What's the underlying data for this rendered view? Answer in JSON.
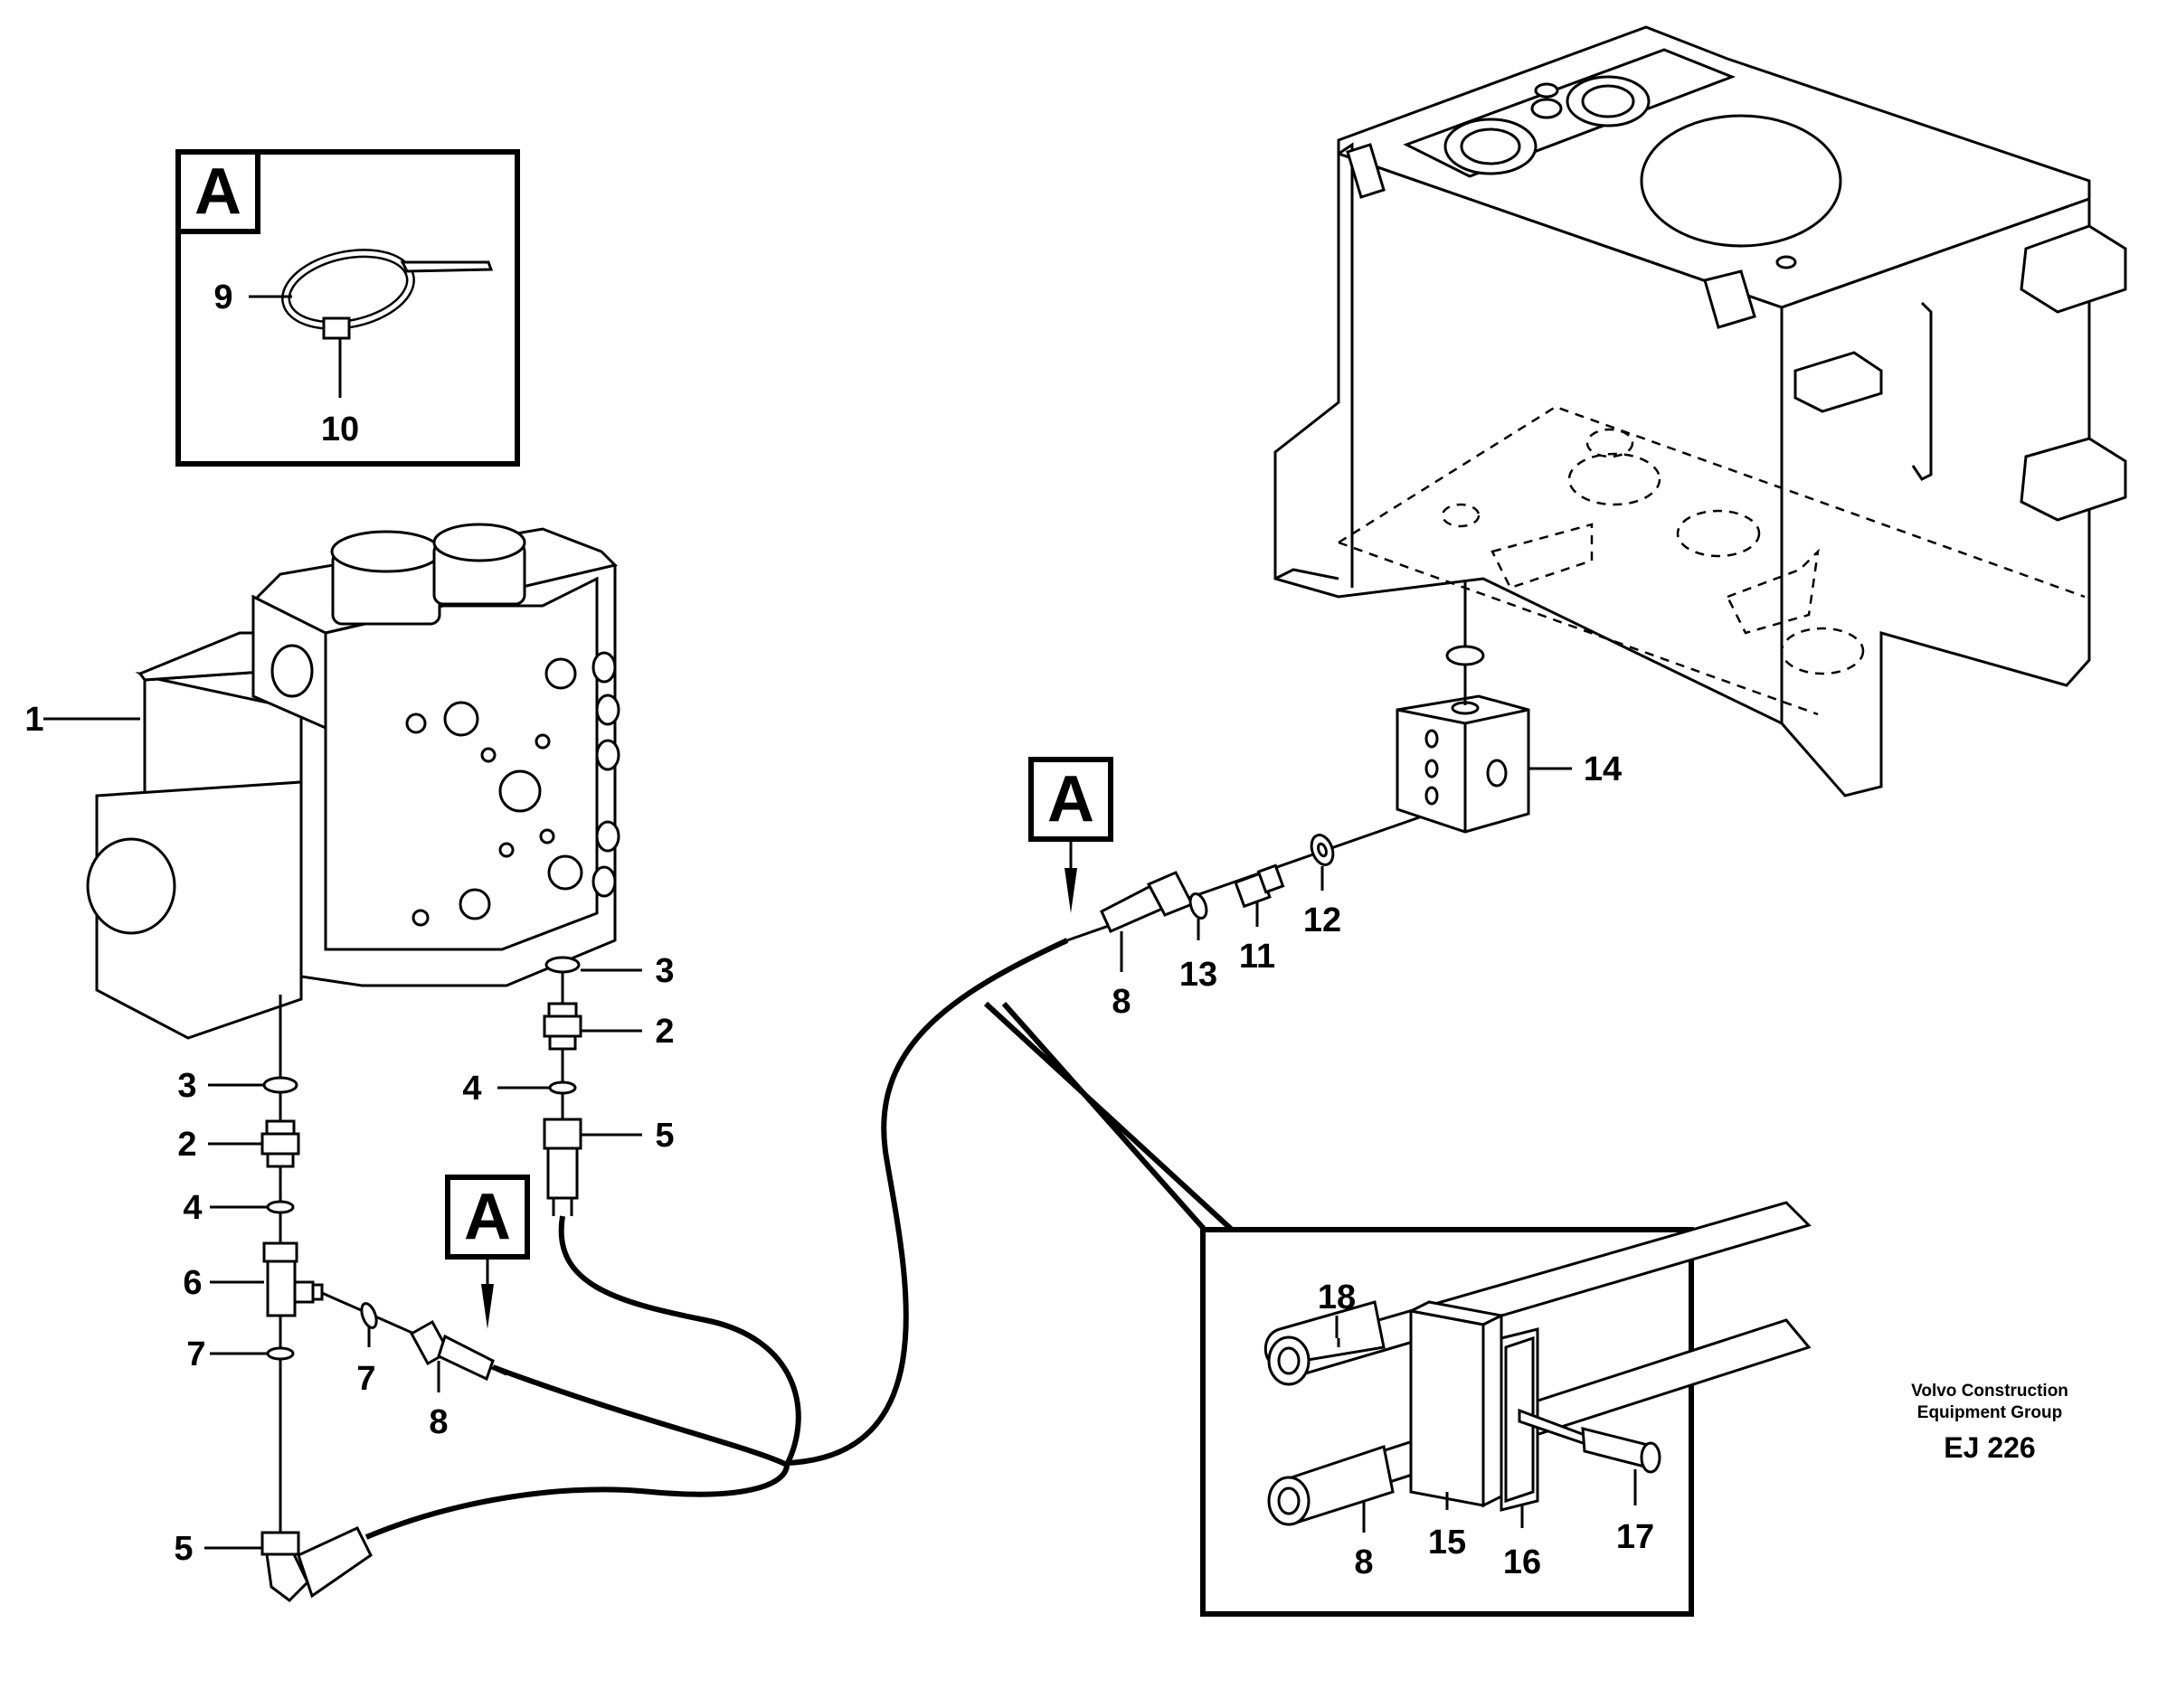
{
  "detail_inset": {
    "badge": "A",
    "callouts": [
      "9",
      "10"
    ]
  },
  "view_markers": [
    "A",
    "A"
  ],
  "callouts": {
    "c1": "1",
    "c2a": "2",
    "c3a": "3",
    "c4a": "4",
    "c5a": "5",
    "c2b": "2",
    "c3b": "3",
    "c4b": "4",
    "c5b": "5",
    "c6": "6",
    "c7a": "7",
    "c7b": "7",
    "c8a": "8",
    "c8b": "8",
    "c11": "11",
    "c12": "12",
    "c13": "13",
    "c14": "14"
  },
  "clamp_inset": {
    "callouts": [
      "18",
      "8",
      "15",
      "16",
      "17"
    ]
  },
  "credit": {
    "line1": "Volvo Construction",
    "line2": "Equipment Group",
    "code": "EJ 226"
  }
}
